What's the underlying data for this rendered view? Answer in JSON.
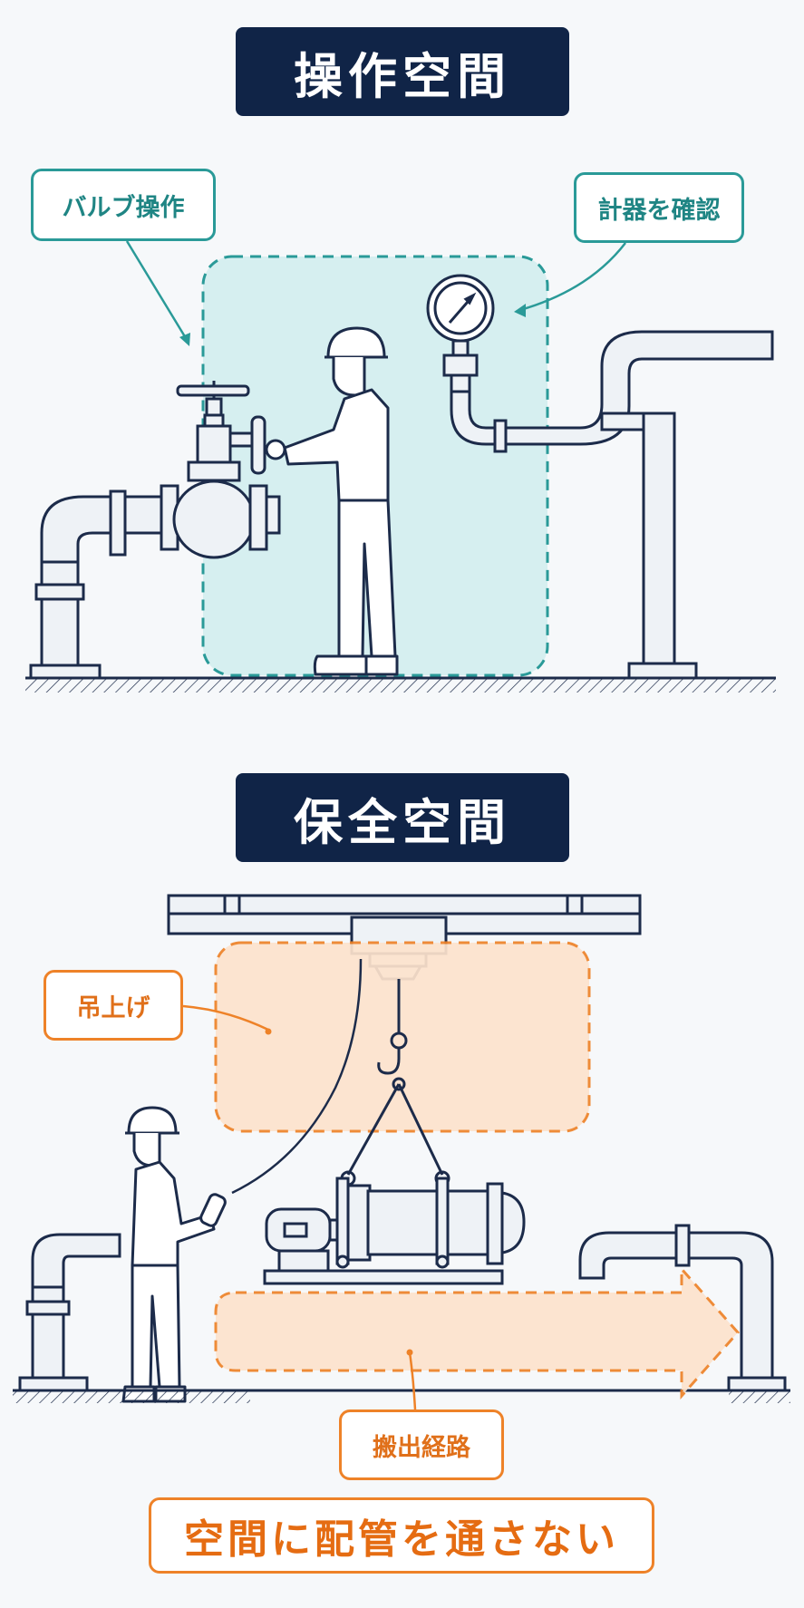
{
  "sections": {
    "operation": {
      "title": "操作空間",
      "callouts": {
        "valve": "バルブ操作",
        "gauge": "計器を確認"
      }
    },
    "maintenance": {
      "title": "保全空間",
      "callouts": {
        "lift": "吊上げ",
        "route": "搬出経路"
      }
    }
  },
  "message": "空間に配管を通さない",
  "colors": {
    "navy": "#102447",
    "teal": "#2a9a98",
    "teal_fill": "#d6eff0",
    "orange": "#ee8228",
    "orange_fill": "#fde3cd",
    "line": "#1c2b4a",
    "pipe_fill": "#eef2f6"
  },
  "icons": [
    "valve-icon",
    "pressure-gauge-icon",
    "worker-icon",
    "hook-icon",
    "crane-icon",
    "motor-pump-icon",
    "arrow-right-icon"
  ]
}
